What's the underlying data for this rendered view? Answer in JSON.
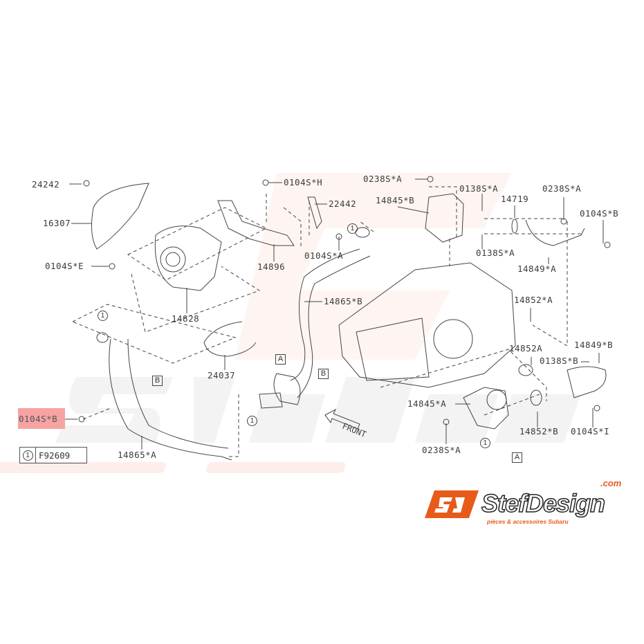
{
  "watermark": {
    "brand": "StefDesign",
    "tagline": "pièces & accessoires Subaru"
  },
  "logo": {
    "brand": "StefDesign",
    "domain": ".com",
    "tagline": "pièces & accessoires Subaru",
    "accent": "#e85a1a"
  },
  "highlight_color": "#f7a3a3",
  "labels": {
    "p24242": "24242",
    "p16307": "16307",
    "p0104SE": "0104S*E",
    "p14828": "14828",
    "p14896": "14896",
    "p0104SH": "0104S*H",
    "p22442": "22442",
    "p0104SA": "0104S*A",
    "p14865B": "14865*B",
    "p24037": "24037",
    "p0238SA_top": "0238S*A",
    "p14845B": "14845*B",
    "p0138SA_top": "0138S*A",
    "p14719": "14719",
    "p0238SA_right": "0238S*A",
    "p0104SB_right": "0104S*B",
    "p0138SA_bottom": "0138S*A",
    "p14849A": "14849*A",
    "p14852A_star": "14852*A",
    "p14849B": "14849*B",
    "p14852A": "14852A",
    "p0138SB": "0138S*B",
    "p14845A": "14845*A",
    "p14852B": "14852*B",
    "p0104SI": "0104S*I",
    "p0238SA_bottom": "0238S*A",
    "p0104SB_left": "0104S*B",
    "p14865A": "14865*A",
    "front": "FRONT"
  },
  "refs": {
    "A": "A",
    "B": "B",
    "one": "1"
  },
  "legend": {
    "symbol": "1",
    "code": "F92609"
  }
}
